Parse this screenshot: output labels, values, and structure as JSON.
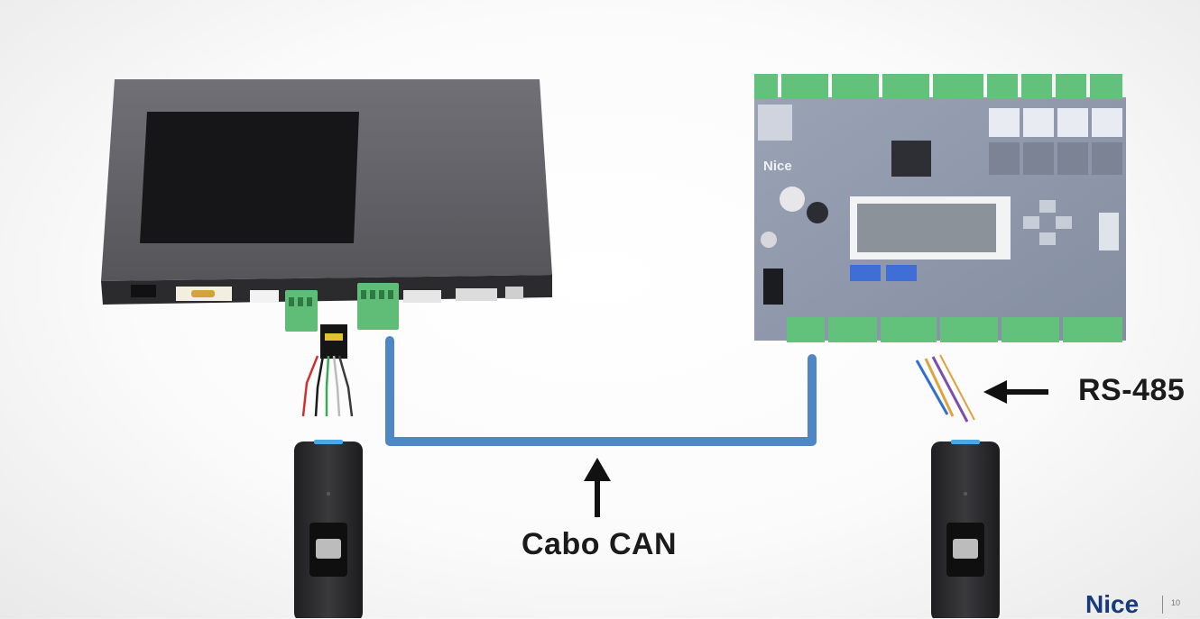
{
  "labels": {
    "can_cable": "Cabo CAN",
    "rs485": "RS-485",
    "board_brand": "Nice",
    "footer_brand": "Nice",
    "page_number": "10"
  },
  "colors": {
    "can_cable": "#4f86c6",
    "arrow": "#111111",
    "brand": "#163a7c",
    "controller_body": "#5c5c61",
    "screen": "#151517",
    "pcb": "#8f99ac",
    "terminal_green": "#64c07a",
    "reader_body": "#2c2c2e",
    "reader_led": "#49a8e6"
  },
  "icons": [
    "controller-unit",
    "access-board",
    "fingerprint-reader",
    "arrow-up-icon",
    "arrow-left-icon"
  ]
}
